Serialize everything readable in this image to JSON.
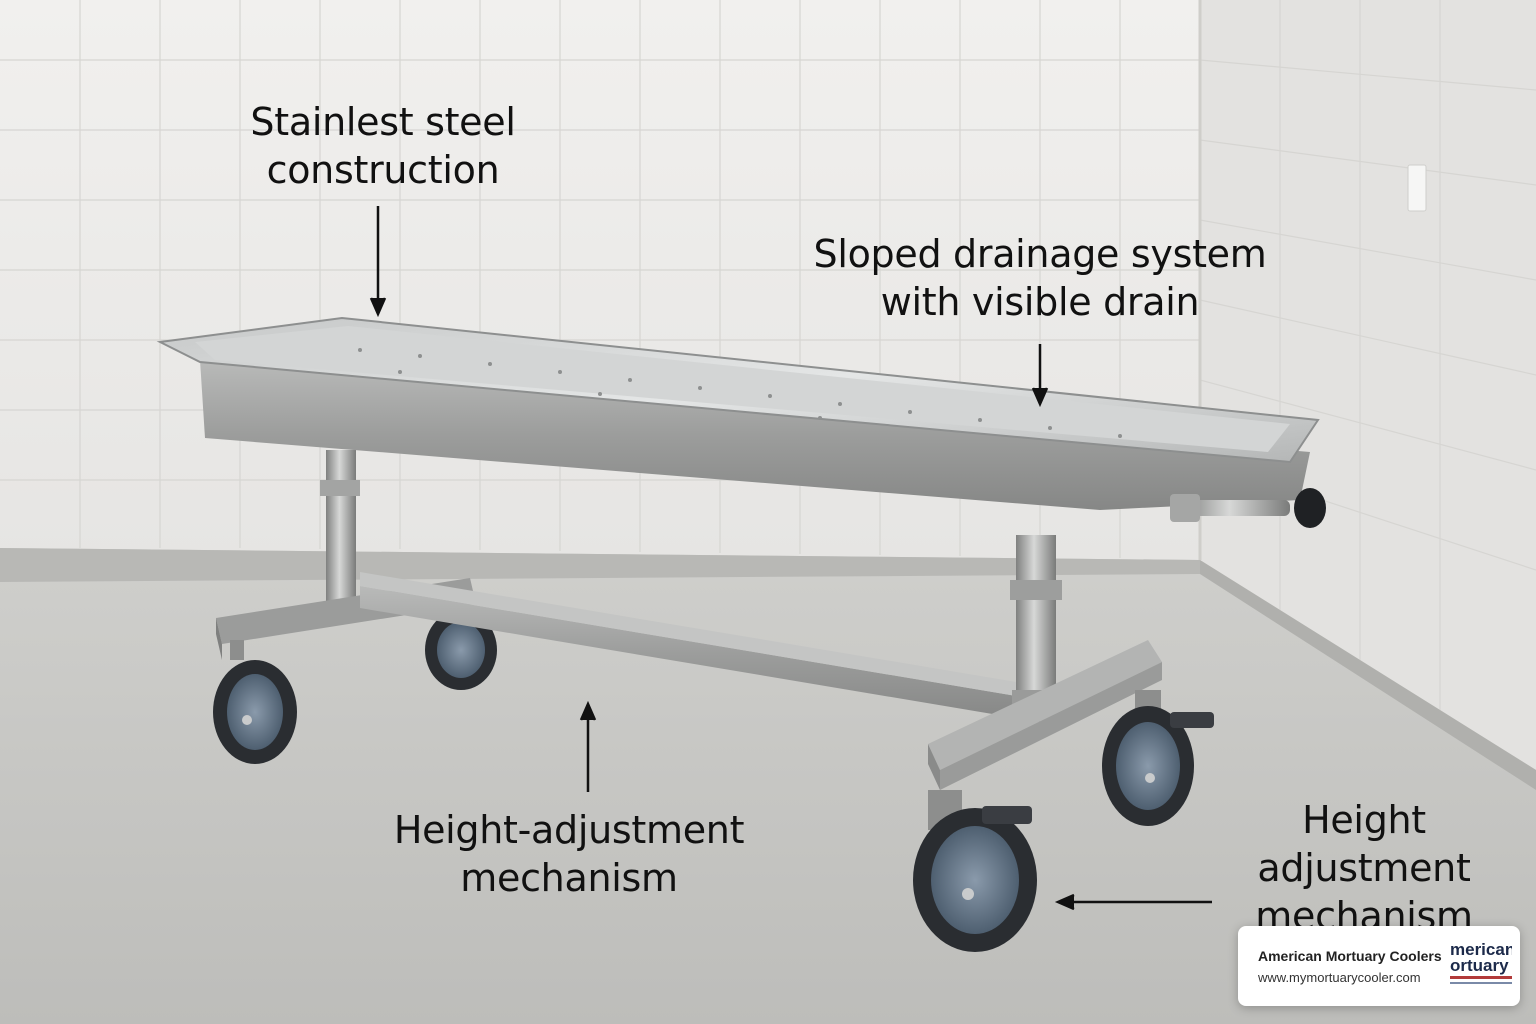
{
  "callouts": {
    "top_left": [
      "Stainlest steel",
      "construction"
    ],
    "top_right": [
      "Sloped drainage system",
      "with visible drain"
    ],
    "bottom_center": [
      "Height-adjustment",
      "mechanism"
    ],
    "bottom_right": [
      "Height",
      "adjustment",
      "mechanism"
    ]
  },
  "brand": {
    "name": "American Mortuary Coolers",
    "url": "www.mymortuarycooler.com",
    "logo_line1": "merican",
    "logo_line2": "ortuary"
  },
  "colors": {
    "wall": "#ecebe9",
    "floor": "#c9c9c6",
    "steel": "#a9aaa8",
    "wheel": "#5d6f80",
    "tire": "#2a2d31"
  }
}
